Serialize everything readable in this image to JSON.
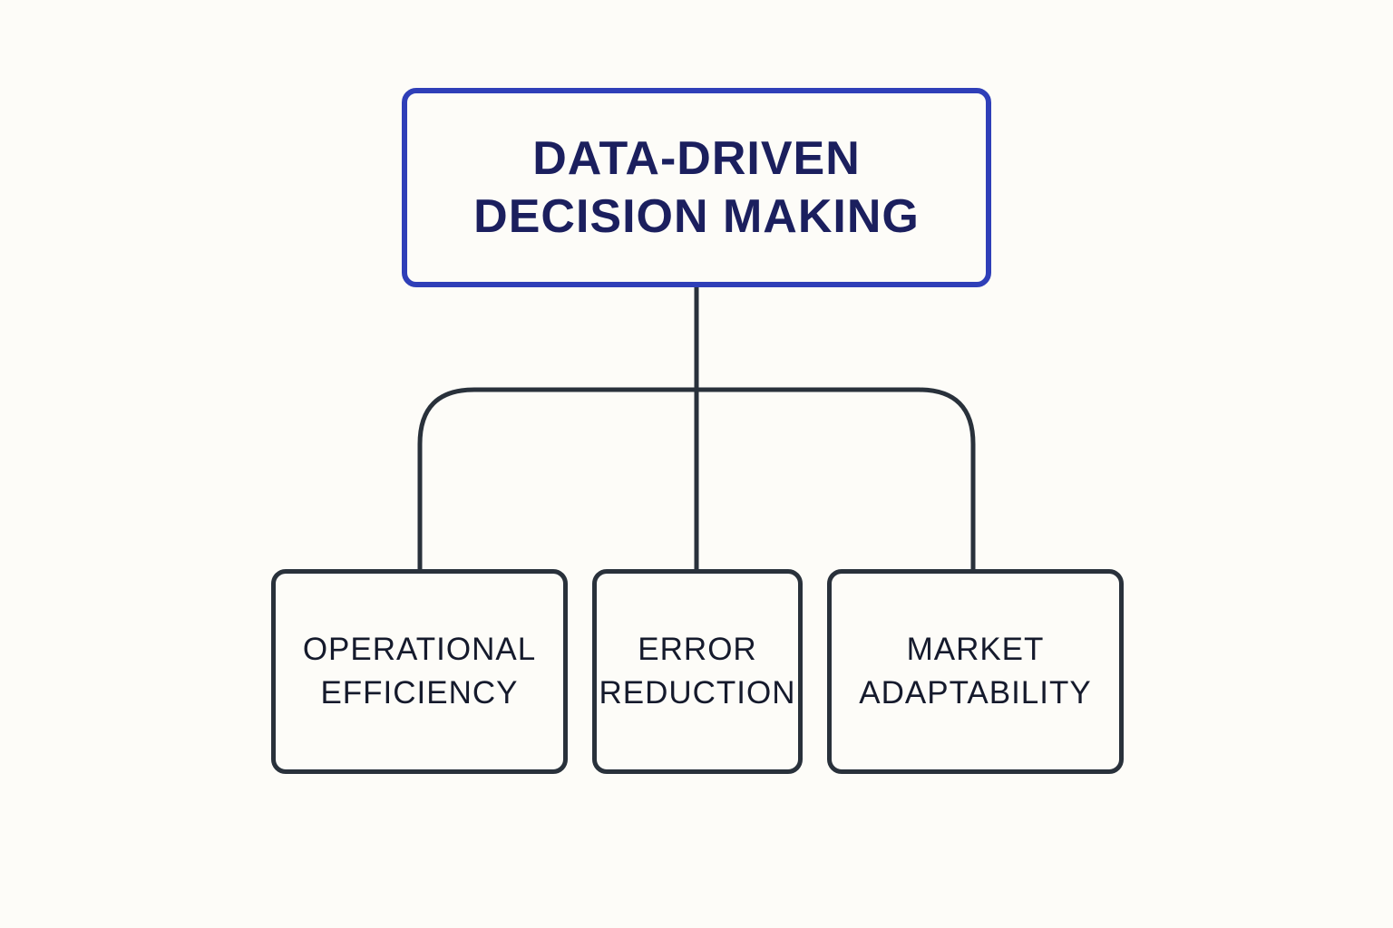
{
  "root": {
    "line1": "DATA-DRIVEN",
    "line2": "DECISION MAKING"
  },
  "children": [
    {
      "line1": "OPERATIONAL",
      "line2": "EFFICIENCY"
    },
    {
      "line1": "ERROR",
      "line2": "REDUCTION"
    },
    {
      "line1": "MARKET",
      "line2": "ADAPTABILITY"
    }
  ],
  "colors": {
    "root_border": "#2f3fb8",
    "root_text": "#1b1f5e",
    "connector": "#29313b",
    "background": "#fdfcf8"
  }
}
